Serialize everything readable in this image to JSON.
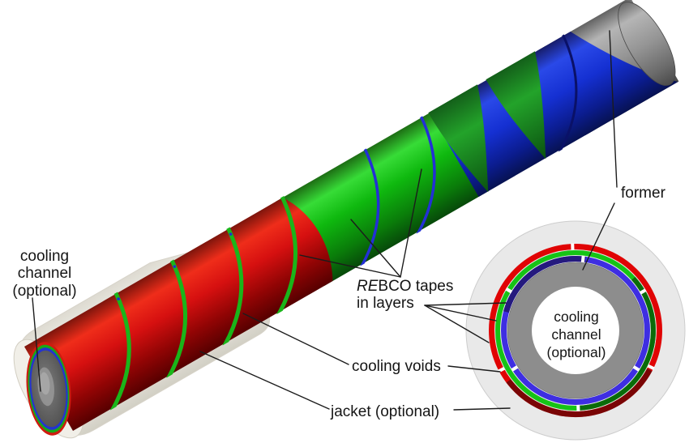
{
  "labels": {
    "cooling_channel_3d": [
      "cooling",
      "channel",
      "(optional)"
    ],
    "former": "former",
    "rebco_line1_italic": "RE",
    "rebco_line1_rest": "BCO tapes",
    "rebco_line2": "in layers",
    "cooling_voids": "cooling voids",
    "jacket": "jacket (optional)",
    "cooling_channel_cs": [
      "cooling",
      "channel",
      "(optional)"
    ]
  },
  "colors": {
    "bg": "#ffffff",
    "line": "#1c1c1c",
    "text": "#151515",
    "jacket-a": "#d9d6cb",
    "jacket-b": "#f3f1eb",
    "jacket-c": "#e7e4da",
    "jacket-d": "#ccc9bd",
    "jacket-edge": "#d2cec2",
    "jacket-rim": "#f1efe8",
    "red-top": "#7e150c",
    "red-hi": "#ef2d1a",
    "red-mid": "#d61010",
    "red-low": "#8f0404",
    "red-dk": "#560000",
    "green-top": "#1d6e14",
    "green-hi": "#37dc37",
    "green-mid": "#0fb90f",
    "green-low": "#0a7d0a",
    "green-dk": "#07490a",
    "blue-top": "#171d6b",
    "blue-hi": "#2a49e8",
    "blue-mid": "#1530d2",
    "blue-low": "#0b1c8e",
    "blue-dk": "#071252",
    "gray-top": "#636363",
    "gray-hi": "#b5b5b5",
    "gray-mid": "#959595",
    "gray-low": "#6b6b6b",
    "gray-dk": "#474747",
    "sailg-top": "#14611a",
    "sailg-hi": "#23a32a",
    "sailg-dk": "#0b5210",
    "stripe-green": "#1ab51a",
    "stripe-blue": "#2330d6",
    "sep-navy": "#0a1168",
    "stripe-dot-blue": "#1e2fd0",
    "cap-red": "#cf1b10",
    "cap-green": "#18a818",
    "cap-blue": "#2434cf",
    "face-hi": "#7e7e7e",
    "face-dk": "#494949",
    "face-hole": "#969696",
    "face-hole2": "#a8a8a8",
    "xs-jacket": "#e9e9e9",
    "xs-jacket-edge": "#cdcdcd",
    "xs-red": "#e00404",
    "xs-maroon": "#7a0505",
    "xs-green": "#16c316",
    "xs-dgreen": "#0a6b0a",
    "xs-blue": "#3e2ee2",
    "xs-navy": "#251a7e",
    "xs-former": "#8d8d8d",
    "xs-former-edge": "#757575",
    "xs-white": "#ffffff"
  }
}
